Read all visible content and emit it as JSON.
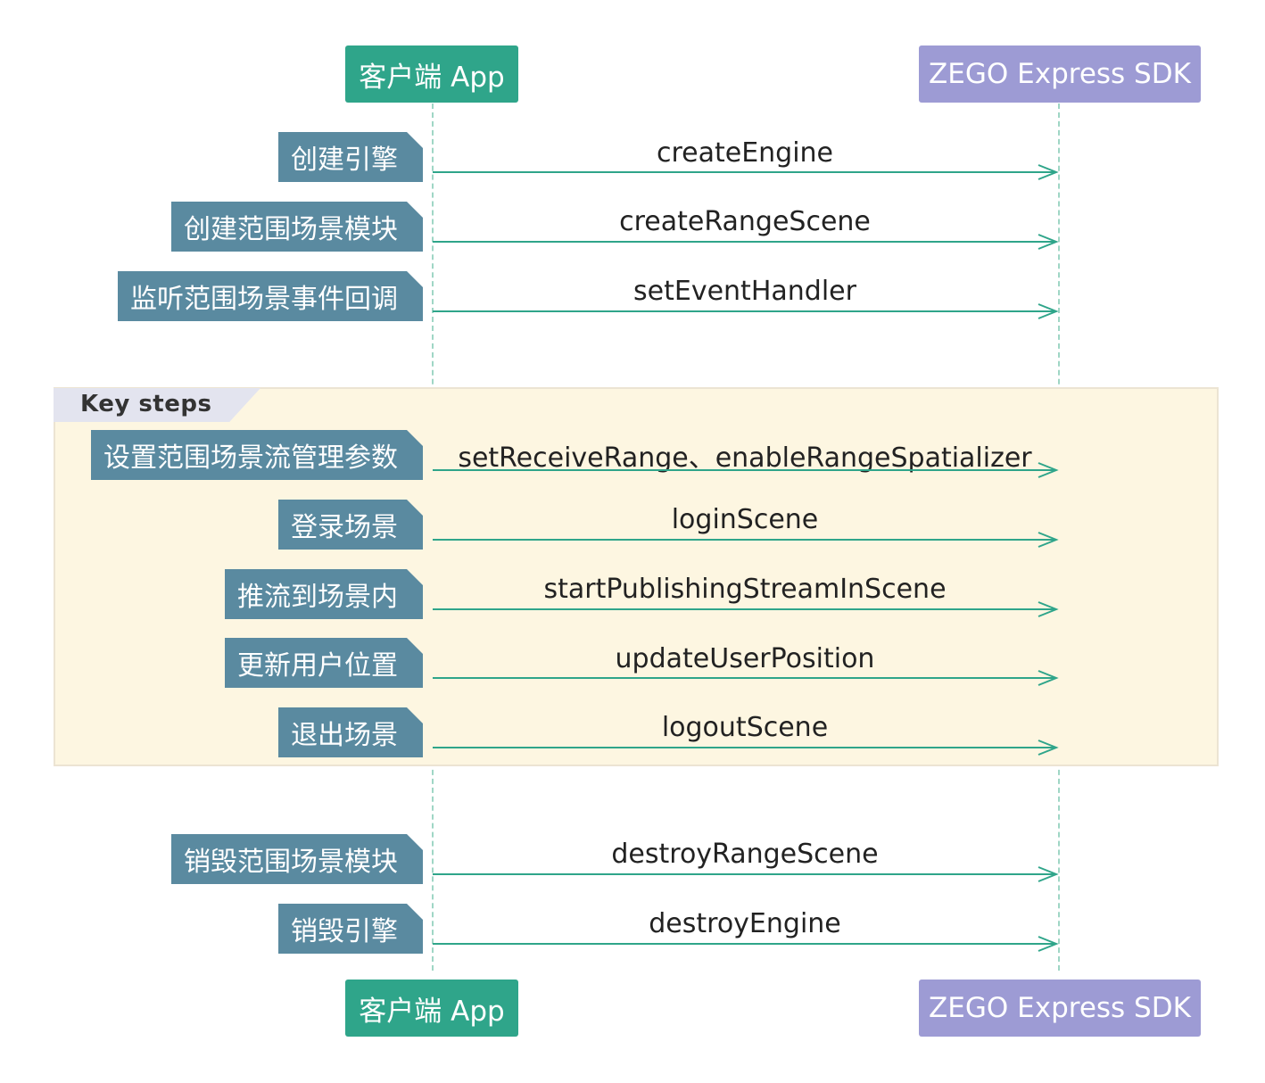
{
  "actors": {
    "app": "客户端 App",
    "sdk": "ZEGO Express SDK"
  },
  "group": {
    "label": "Key steps"
  },
  "steps": [
    {
      "label": "创建引擎",
      "message": "createEngine"
    },
    {
      "label": "创建范围场景模块",
      "message": "createRangeScene"
    },
    {
      "label": "监听范围场景事件回调",
      "message": "setEventHandler"
    },
    {
      "label": "设置范围场景流管理参数",
      "message": "setReceiveRange、enableRangeSpatializer"
    },
    {
      "label": "登录场景",
      "message": "loginScene"
    },
    {
      "label": "推流到场景内",
      "message": "startPublishingStreamInScene"
    },
    {
      "label": "更新用户位置",
      "message": "updateUserPosition"
    },
    {
      "label": "退出场景",
      "message": "logoutScene"
    },
    {
      "label": "销毁范围场景模块",
      "message": "destroyRangeScene"
    },
    {
      "label": "销毁引擎",
      "message": "destroyEngine"
    }
  ],
  "colors": {
    "app_actor": "#2fa58a",
    "sdk_actor": "#9d9bd4",
    "step_label": "#5a8aa0",
    "arrow": "#2fa58a",
    "group_bg": "#fdf6e1"
  }
}
